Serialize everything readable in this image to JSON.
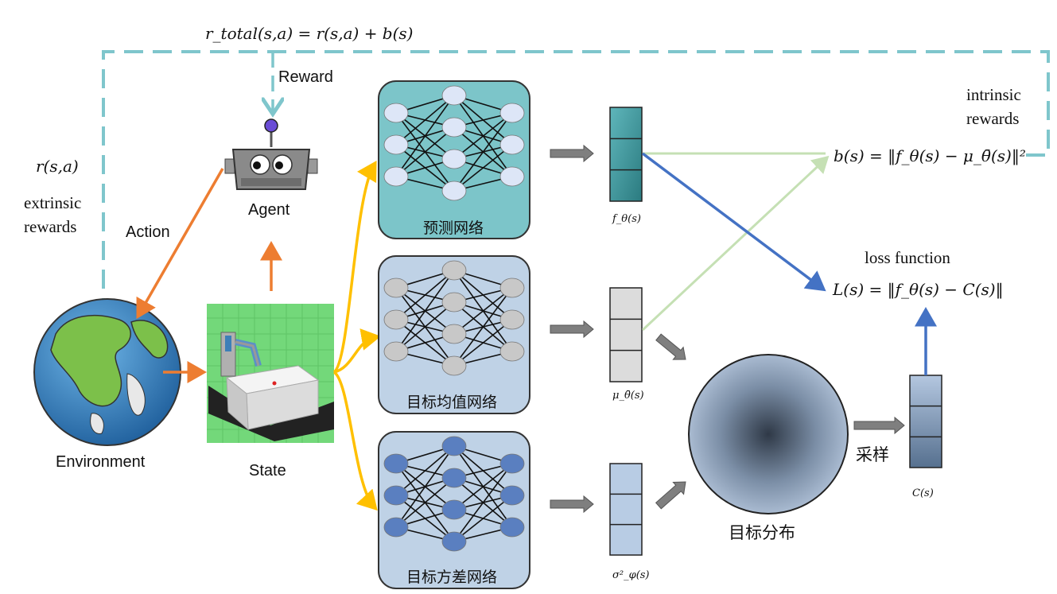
{
  "formulas": {
    "total_reward": "r_total(s,a) = r(s,a) + b(s)",
    "intrinsic_bonus": "b(s) = ‖f_θ(s) − μ_θ̄(s)‖²",
    "loss": "L(s) = ‖f_θ(s) − C(s)‖",
    "extrinsic": "r(s,a)"
  },
  "labels": {
    "reward": "Reward",
    "action": "Action",
    "agent": "Agent",
    "environment": "Environment",
    "state": "State",
    "extrinsic_rewards": "extrinsic\nrewards",
    "intrinsic_rewards": "intrinsic\nrewards",
    "loss_function": "loss function",
    "target_distribution": "目标分布",
    "sampling": "采样"
  },
  "networks": [
    {
      "name": "预测网络",
      "color": "#7cc5c9",
      "node_color": "#dde6f7"
    },
    {
      "name": "目标均值网络",
      "color": "#bfd2e6",
      "node_color": "#c8c8c8"
    },
    {
      "name": "目标方差网络",
      "color": "#bfd2e6",
      "node_color": "#5a7fc0"
    }
  ],
  "outputs": [
    {
      "label": "f_θ(s)",
      "color": "#3f9ea3"
    },
    {
      "label": "μ_θ̄(s)",
      "color": "#dcdcdc"
    },
    {
      "label": "σ²_φ(s)",
      "color": "#b8cce4"
    },
    {
      "label": "C(s)",
      "color": "#7f9fc4"
    }
  ],
  "colors": {
    "dashed_feedback": "#7fc6cc",
    "action_arrow": "#ed7d31",
    "state_arrows": "#ffc000",
    "gray_arrows": "#7f7f7f",
    "green_lines": "#c5e0b4",
    "blue_lines": "#4472c4"
  }
}
